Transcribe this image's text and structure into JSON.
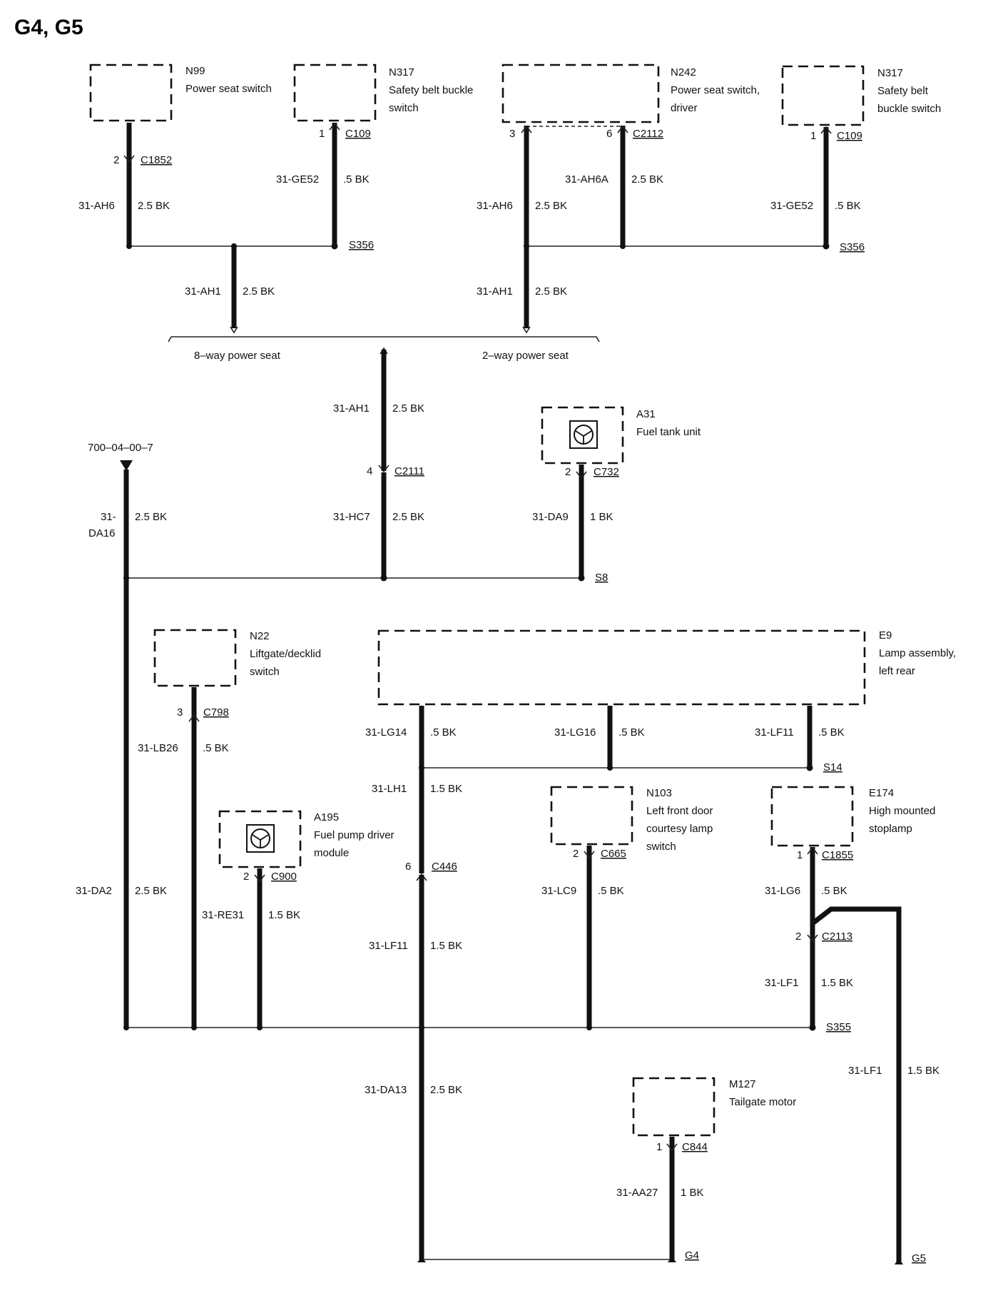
{
  "title": "G4, G5",
  "components": {
    "n99": {
      "id": "N99",
      "name": "Power seat switch"
    },
    "n317a": {
      "id": "N317",
      "name1": "Safety belt buckle",
      "name2": "switch"
    },
    "n242": {
      "id": "N242",
      "name1": "Power seat switch,",
      "name2": "driver"
    },
    "n317b": {
      "id": "N317",
      "name1": "Safety belt",
      "name2": "buckle switch"
    },
    "a31": {
      "id": "A31",
      "name": "Fuel tank unit"
    },
    "n22": {
      "id": "N22",
      "name1": "Liftgate/decklid",
      "name2": "switch"
    },
    "e9": {
      "id": "E9",
      "name1": "Lamp assembly,",
      "name2": "left rear"
    },
    "a195": {
      "id": "A195",
      "name1": "Fuel pump driver",
      "name2": "module"
    },
    "n103": {
      "id": "N103",
      "name1": "Left front door",
      "name2": "courtesy lamp",
      "name3": "switch"
    },
    "e174": {
      "id": "E174",
      "name1": "High mounted",
      "name2": "stoplamp"
    },
    "m127": {
      "id": "M127",
      "name": "Tailgate motor"
    }
  },
  "connectors": {
    "c1852": {
      "pin": "2",
      "id": "C1852"
    },
    "c109a": {
      "pin": "1",
      "id": "C109"
    },
    "c2112_3": {
      "pin": "3"
    },
    "c2112_6": {
      "pin": "6",
      "id": "C2112"
    },
    "c109b": {
      "pin": "1",
      "id": "C109"
    },
    "c2111": {
      "pin": "4",
      "id": "C2111"
    },
    "c732": {
      "pin": "2",
      "id": "C732"
    },
    "c798": {
      "pin": "3",
      "id": "C798"
    },
    "c900": {
      "pin": "2",
      "id": "C900"
    },
    "c446": {
      "pin": "6",
      "id": "C446"
    },
    "c665": {
      "pin": "2",
      "id": "C665"
    },
    "c1855": {
      "pin": "1",
      "id": "C1855"
    },
    "c2113": {
      "pin": "2",
      "id": "C2113"
    },
    "c844": {
      "pin": "1",
      "id": "C844"
    }
  },
  "splices": {
    "s356a": "S356",
    "s356b": "S356",
    "s8": "S8",
    "s14": "S14",
    "s355": "S355"
  },
  "grounds": {
    "g4": "G4",
    "g5": "G5"
  },
  "references": {
    "ref": "700–04–00–7"
  },
  "branches": {
    "left": "8–way power seat",
    "right": "2–way power seat"
  },
  "wires": {
    "w1": {
      "id": "31-AH6",
      "spec": "2.5 BK"
    },
    "w2": {
      "id": "31-GE52",
      "spec": ".5 BK"
    },
    "w3": {
      "id": "31-AH6",
      "spec": "2.5 BK"
    },
    "w4": {
      "id": "31-AH6A",
      "spec": "2.5 BK"
    },
    "w5": {
      "id": "31-GE52",
      "spec": ".5 BK"
    },
    "w6": {
      "id": "31-AH1",
      "spec": "2.5 BK"
    },
    "w7": {
      "id": "31-AH1",
      "spec": "2.5 BK"
    },
    "w8": {
      "id": "31-AH1",
      "spec": "2.5 BK"
    },
    "w9": {
      "id1": "31-",
      "id2": "DA16",
      "spec": "2.5 BK"
    },
    "w10": {
      "id": "31-HC7",
      "spec": "2.5 BK"
    },
    "w11": {
      "id": "31-DA9",
      "spec": "1 BK"
    },
    "w12": {
      "id": "31-LB26",
      "spec": ".5 BK"
    },
    "w13": {
      "id": "31-LG14",
      "spec": ".5 BK"
    },
    "w14": {
      "id": "31-LG16",
      "spec": ".5 BK"
    },
    "w15": {
      "id": "31-LF11",
      "spec": ".5 BK"
    },
    "w16": {
      "id": "31-LH1",
      "spec": "1.5 BK"
    },
    "w17": {
      "id": "31-DA2",
      "spec": "2.5 BK"
    },
    "w18": {
      "id": "31-RE31",
      "spec": "1.5 BK"
    },
    "w19": {
      "id": "31-LF11",
      "spec": "1.5 BK"
    },
    "w20": {
      "id": "31-LC9",
      "spec": ".5 BK"
    },
    "w21": {
      "id": "31-LG6",
      "spec": ".5 BK"
    },
    "w22": {
      "id": "31-LF1",
      "spec": "1.5 BK"
    },
    "w23": {
      "id": "31-DA13",
      "spec": "2.5 BK"
    },
    "w24": {
      "id": "31-LF1",
      "spec": "1.5 BK"
    },
    "w25": {
      "id": "31-AA27",
      "spec": "1 BK"
    }
  }
}
